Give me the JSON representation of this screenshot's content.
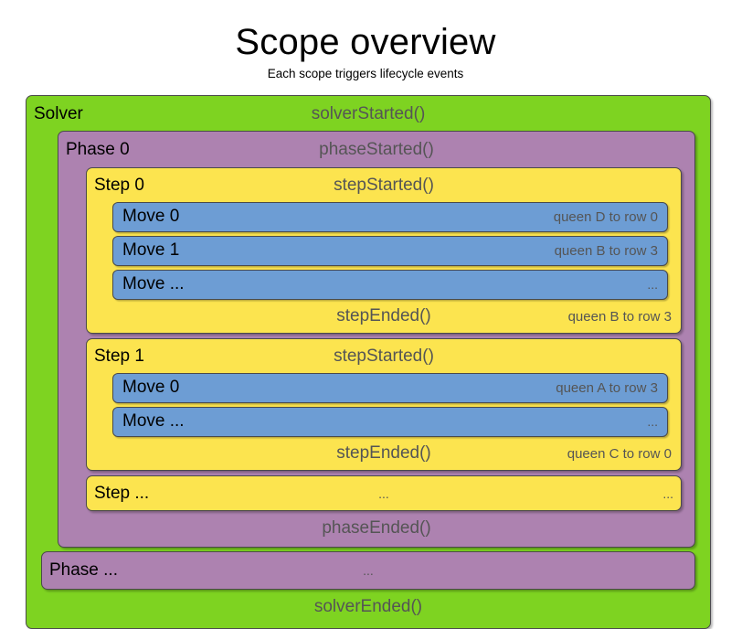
{
  "header": {
    "title": "Scope overview",
    "subtitle": "Each scope triggers lifecycle events"
  },
  "colors": {
    "solver_bg": "#7ed321",
    "phase_bg": "#ad82b0",
    "step_bg": "#fce44f",
    "move_bg": "#6d9dd4",
    "border": "#4a4a4a",
    "label_text": "#000000",
    "event_text": "#555555"
  },
  "solver": {
    "label": "Solver",
    "started_event": "solverStarted()",
    "ended_event": "solverEnded()",
    "phases": [
      {
        "label": "Phase 0",
        "started_event": "phaseStarted()",
        "ended_event": "phaseEnded()",
        "steps": [
          {
            "label": "Step 0",
            "started_event": "stepStarted()",
            "ended_event": "stepEnded()",
            "ended_detail": "queen B to row 3",
            "moves": [
              {
                "label": "Move 0",
                "detail": "queen D to row 0"
              },
              {
                "label": "Move 1",
                "detail": "queen B to row 3"
              },
              {
                "label": "Move ...",
                "detail": "..."
              }
            ]
          },
          {
            "label": "Step 1",
            "started_event": "stepStarted()",
            "ended_event": "stepEnded()",
            "ended_detail": "queen C to row 0",
            "moves": [
              {
                "label": "Move 0",
                "detail": "queen A to row 3"
              },
              {
                "label": "Move ...",
                "detail": "..."
              }
            ]
          }
        ],
        "step_ellipsis": {
          "label": "Step ...",
          "center": "...",
          "right": "..."
        }
      }
    ],
    "phase_ellipsis": {
      "label": "Phase ...",
      "center": "..."
    }
  }
}
